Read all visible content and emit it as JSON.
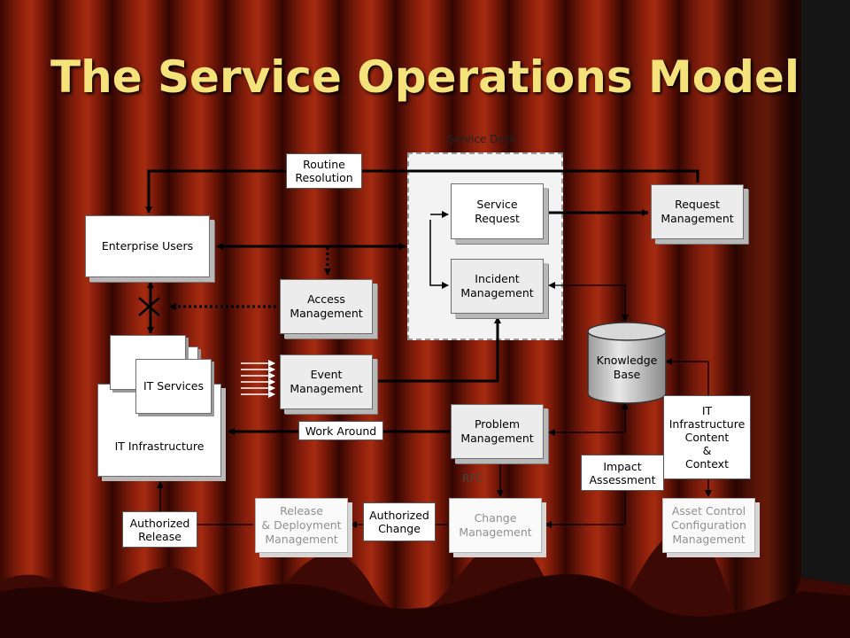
{
  "title": "The Service Operations Model",
  "service_desk": {
    "label": "Service Desk"
  },
  "boxes": {
    "enterprise_users": "Enterprise Users",
    "access_management": "Access\nManagement",
    "event_management": "Event\nManagement",
    "service_request": "Service\nRequest",
    "incident_management": "Incident\nManagement",
    "request_management": "Request\nManagement",
    "knowledge_base": "Knowledge\nBase",
    "it_services": "IT Services",
    "it_infrastructure": "IT Infrastructure",
    "problem_management": "Problem\nManagement",
    "change_management": "Change\nManagement",
    "release_management": "Release\n& Deployment\nManagement",
    "asset_management": "Asset Control\nConfiguration\nManagement"
  },
  "labels": {
    "routine_resolution": "Routine\nResolution",
    "work_around": "Work Around",
    "impact_assessment": "Impact\nAssessment",
    "it_infrastructure_content": "IT\nInfrastructure\nContent\n&\nContext",
    "authorized_change": "Authorized\nChange",
    "authorized_release": "Authorized\nRelease",
    "rfc": "RFC"
  }
}
